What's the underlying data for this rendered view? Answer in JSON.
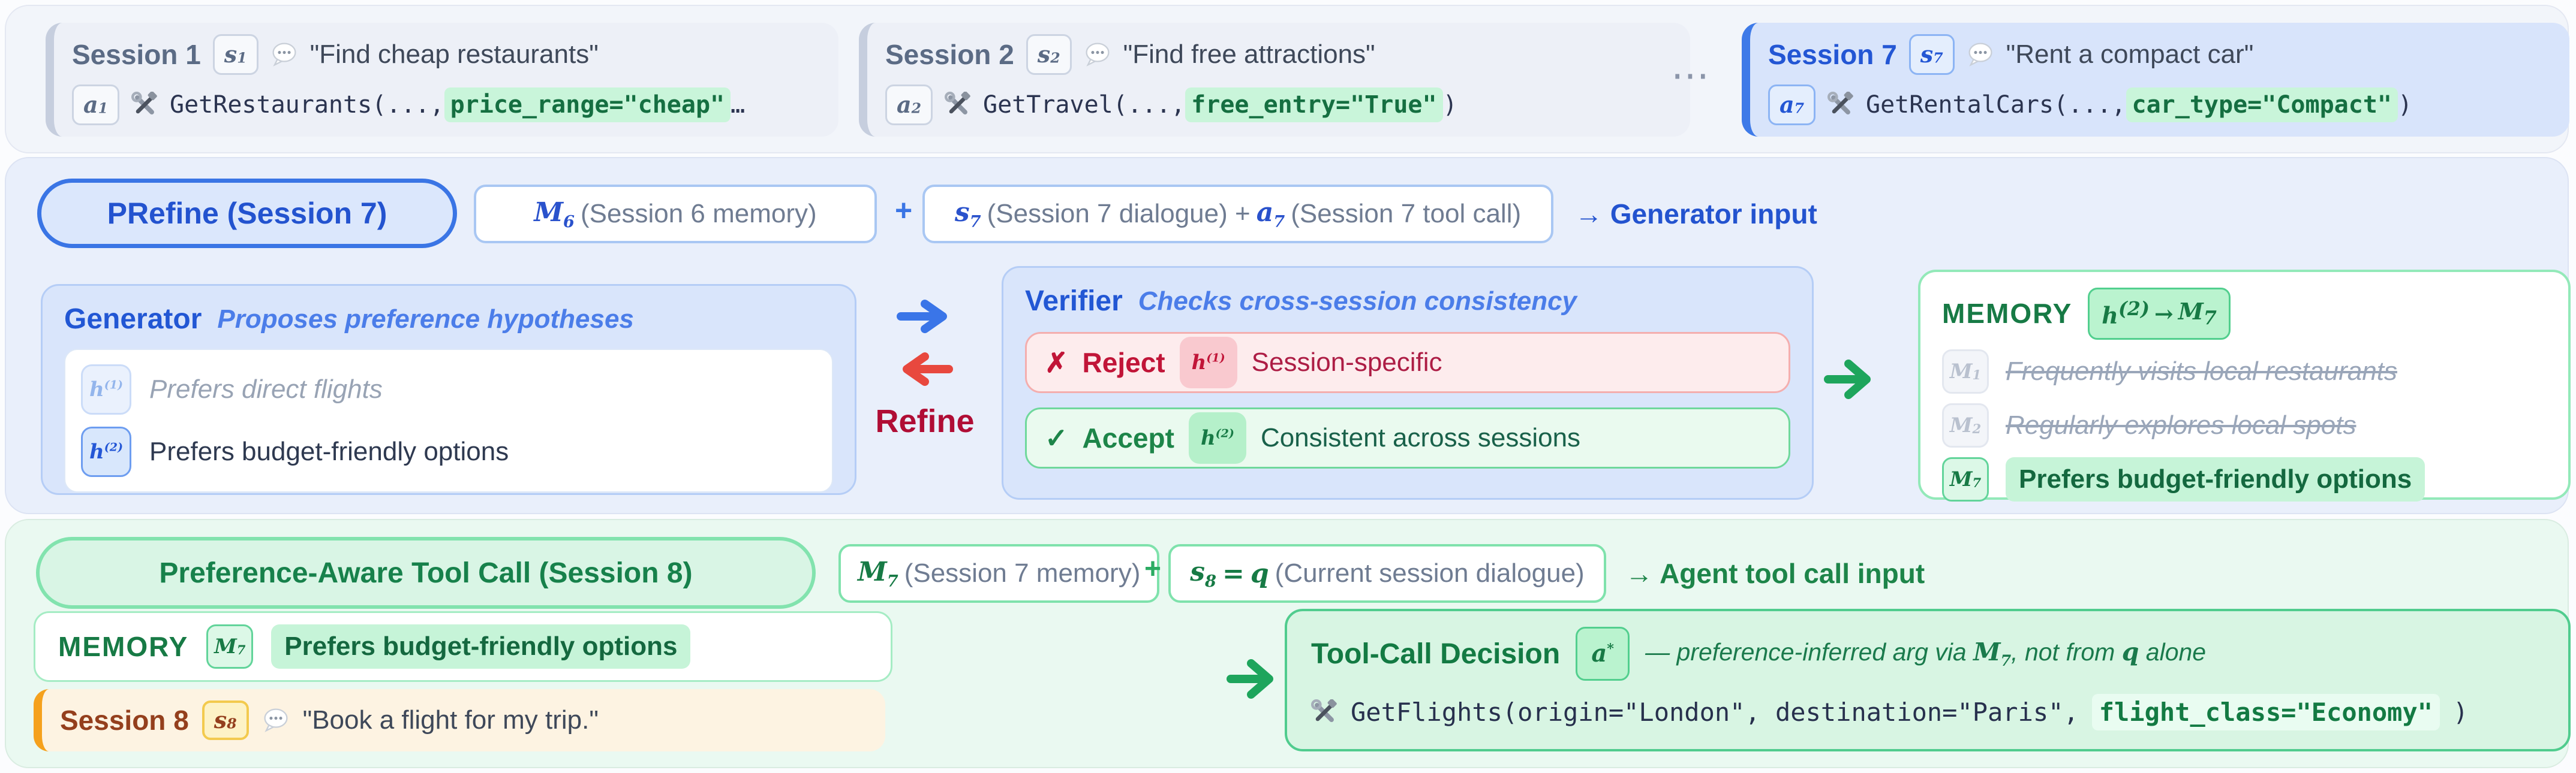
{
  "palette": {
    "blue_accent": "#3a75e5",
    "blue_text": "#2353cf",
    "red_accent": "#e8483e",
    "refine_red": "#b00d35",
    "green_accent": "#1ea55c",
    "green_text": "#177a45",
    "orange_accent": "#f5a11d",
    "code_highlight_bg": "#c9f5da"
  },
  "band1": {
    "ellipsis": "⋯",
    "cards": [
      {
        "title": "Session 1",
        "s_letter": "s",
        "s_sub": "1",
        "quote": "\"Find cheap restaurants\"",
        "a_letter": "a",
        "a_sub": "1",
        "code_prefix": "GetRestaurants(..., ",
        "code_arg": "price_range=\"cheap\"",
        "code_suffix": "…"
      },
      {
        "title": "Session 2",
        "s_letter": "s",
        "s_sub": "2",
        "quote": "\"Find free attractions\"",
        "a_letter": "a",
        "a_sub": "2",
        "code_prefix": "GetTravel(..., ",
        "code_arg": "free_entry=\"True\"",
        "code_suffix": " )"
      },
      {
        "title": "Session 7",
        "s_letter": "s",
        "s_sub": "7",
        "quote": "\"Rent a compact car\"",
        "a_letter": "a",
        "a_sub": "7",
        "code_prefix": "GetRentalCars(..., ",
        "code_arg": "car_type=\"Compact\"",
        "code_suffix": " )"
      }
    ]
  },
  "band2": {
    "prefine_label": "PRefine (Session 7)",
    "memory_pill": {
      "m_letter": "M",
      "m_sub": "6",
      "text": "(Session 6 memory)"
    },
    "plus": "+",
    "dialogue_pill": {
      "s_letter": "s",
      "s_sub": "7",
      "text1": "(Session 7 dialogue) +",
      "a_letter": "a",
      "a_sub": "7",
      "text2": "(Session 7 tool call)"
    },
    "generator_input_label": "→ Generator input",
    "generator": {
      "title": "Generator",
      "subtitle": "Proposes preference hypotheses",
      "hypotheses": [
        {
          "letter": "h",
          "sup": "(1)",
          "text": "Prefers direct flights"
        },
        {
          "letter": "h",
          "sup": "(2)",
          "text": "Prefers budget-friendly options"
        }
      ]
    },
    "refine_label": "Refine",
    "verifier": {
      "title": "Verifier",
      "subtitle": "Checks cross-session consistency",
      "reject": {
        "mark": "✗",
        "label": "Reject",
        "h_letter": "h",
        "h_sup": "(1)",
        "text": "Session-specific"
      },
      "accept": {
        "mark": "✓",
        "label": "Accept",
        "h_letter": "h",
        "h_sup": "(2)",
        "text": "Consistent across sessions"
      }
    },
    "memory": {
      "title": "MEMORY",
      "chip": {
        "h_letter": "h",
        "h_sup": "(2)",
        "arrow": "→",
        "m_letter": "M",
        "m_sub": "7"
      },
      "rows": [
        {
          "m_letter": "M",
          "m_sub": "1",
          "text": "Frequently visits local restaurants"
        },
        {
          "m_letter": "M",
          "m_sub": "2",
          "text": "Regularly explores local spots"
        },
        {
          "m_letter": "M",
          "m_sub": "7",
          "text": "Prefers budget-friendly options"
        }
      ]
    }
  },
  "band3": {
    "header_label": "Preference-Aware Tool Call (Session 8)",
    "memory_pill": {
      "m_letter": "M",
      "m_sub": "7",
      "text": "(Session 7 memory)"
    },
    "plus": "+",
    "query_pill": {
      "s_letter": "s",
      "s_sub": "8",
      "eq": "=",
      "q_letter": "q",
      "text": "(Current session dialogue)"
    },
    "agent_input_label": "→ Agent tool call input",
    "memory_row": {
      "title": "MEMORY",
      "m_letter": "M",
      "m_sub": "7",
      "text": "Prefers budget-friendly options"
    },
    "session8": {
      "title": "Session 8",
      "s_letter": "s",
      "s_sub": "8",
      "quote": "\"Book a flight for my trip.\""
    },
    "tool_call": {
      "title": "Tool-Call Decision",
      "a_letter": "a",
      "a_sup": "*",
      "note_1": "— preference-inferred arg via ",
      "note_m_letter": "M",
      "note_m_sub": "7",
      "note_2": ", not from ",
      "note_q": "q",
      "note_3": " alone",
      "code_prefix": "GetFlights(origin=\"London\", destination=\"Paris\", ",
      "code_arg": "flight_class=\"Economy\"",
      "code_suffix": " )"
    }
  }
}
